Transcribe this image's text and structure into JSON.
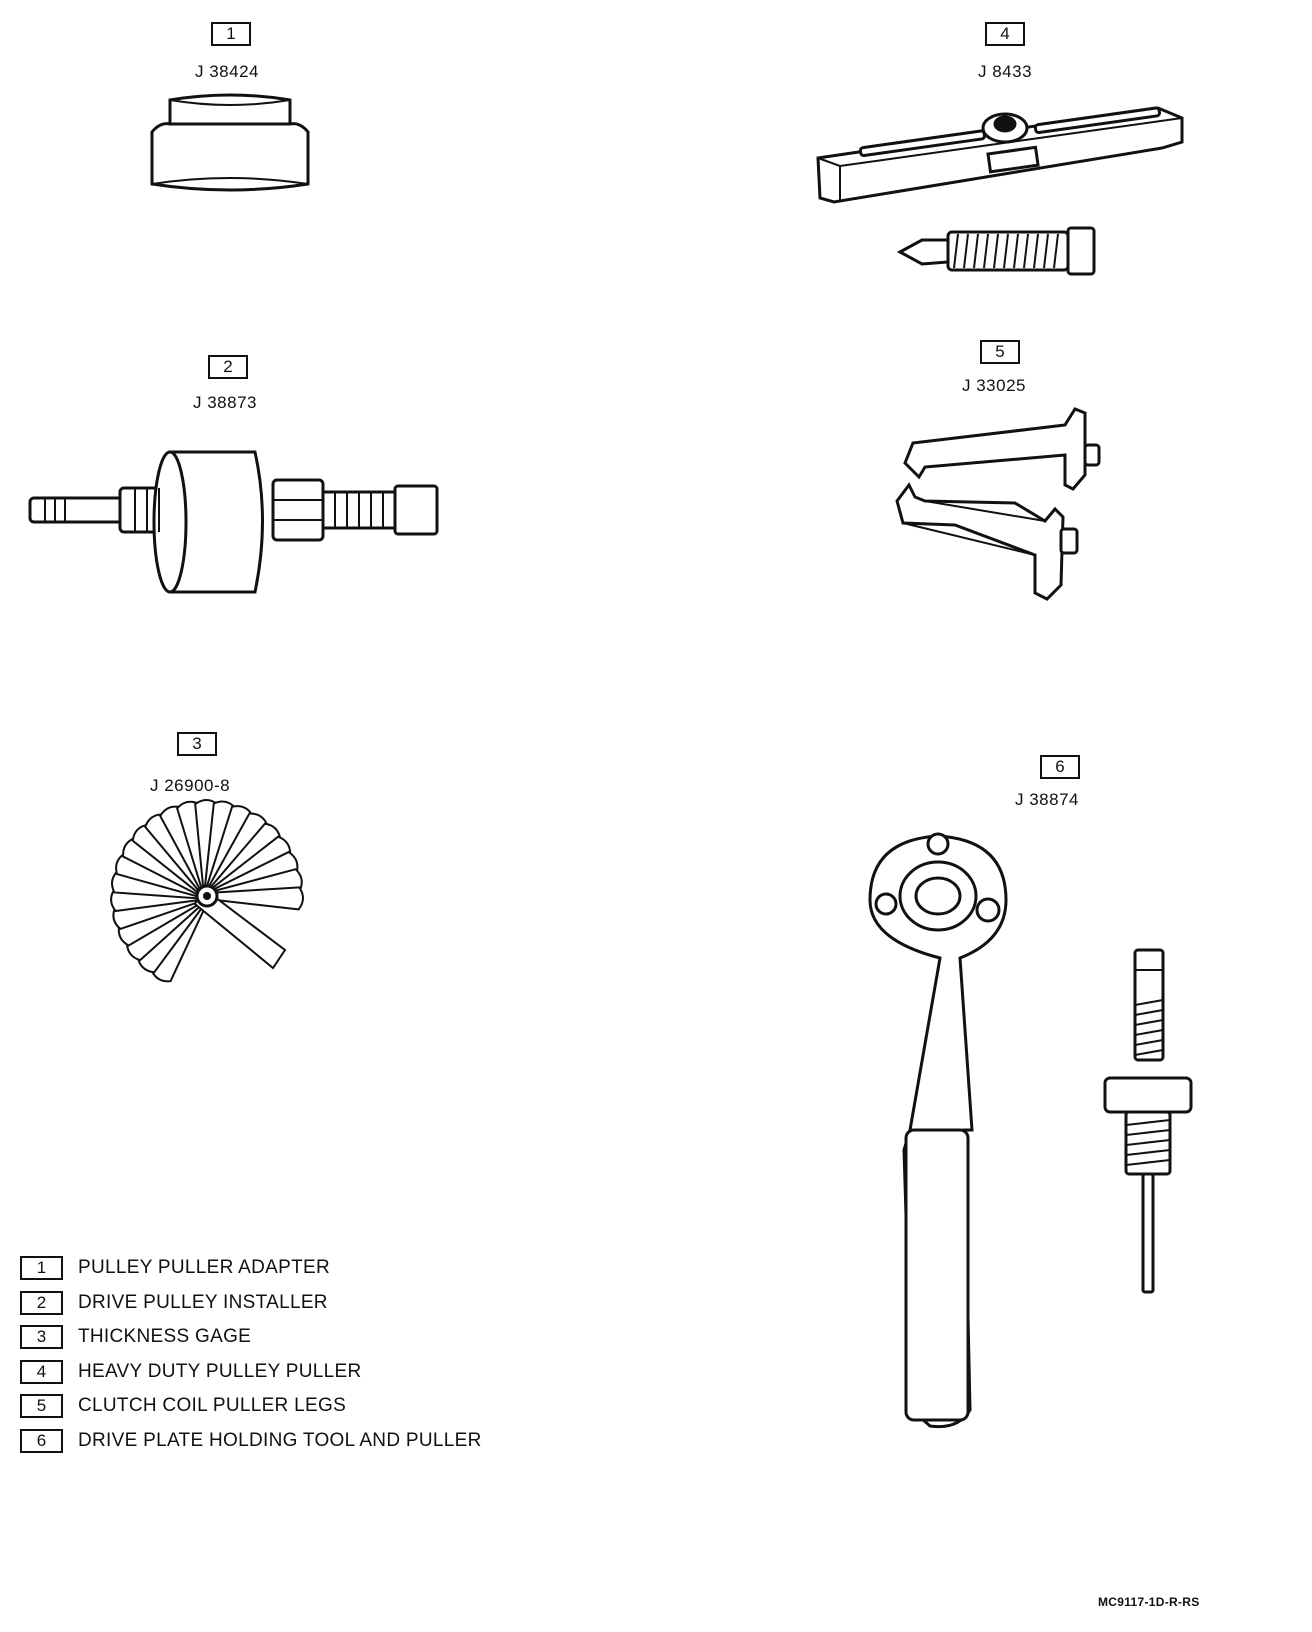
{
  "tools": [
    {
      "number": "1",
      "part": "J 38424"
    },
    {
      "number": "2",
      "part": "J 38873"
    },
    {
      "number": "3",
      "part": "J 26900-8"
    },
    {
      "number": "4",
      "part": "J 8433"
    },
    {
      "number": "5",
      "part": "J 33025"
    },
    {
      "number": "6",
      "part": "J 38874"
    }
  ],
  "legend": [
    {
      "number": "1",
      "label": "PULLEY PULLER ADAPTER"
    },
    {
      "number": "2",
      "label": "DRIVE PULLEY INSTALLER"
    },
    {
      "number": "3",
      "label": "THICKNESS GAGE"
    },
    {
      "number": "4",
      "label": "HEAVY DUTY PULLEY PULLER"
    },
    {
      "number": "5",
      "label": "CLUTCH COIL PULLER LEGS"
    },
    {
      "number": "6",
      "label": "DRIVE PLATE HOLDING TOOL AND PULLER"
    }
  ],
  "figure_code": "MC9117-1D-R-RS"
}
